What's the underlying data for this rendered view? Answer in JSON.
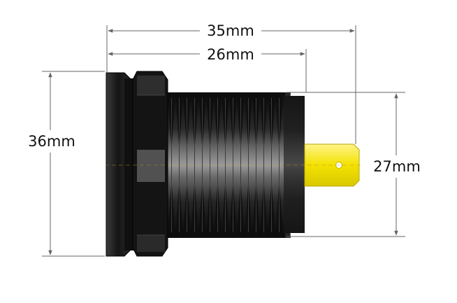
{
  "dimensions": {
    "total_length": "35mm",
    "thread_length": "26mm",
    "flange_diameter": "36mm",
    "thread_diameter": "27mm"
  },
  "colors": {
    "background": "#ffffff",
    "body": "#1a1a1a",
    "thread_highlight": "#5a5a5a",
    "terminal": "#f2e200",
    "dimension_line": "#666666"
  }
}
